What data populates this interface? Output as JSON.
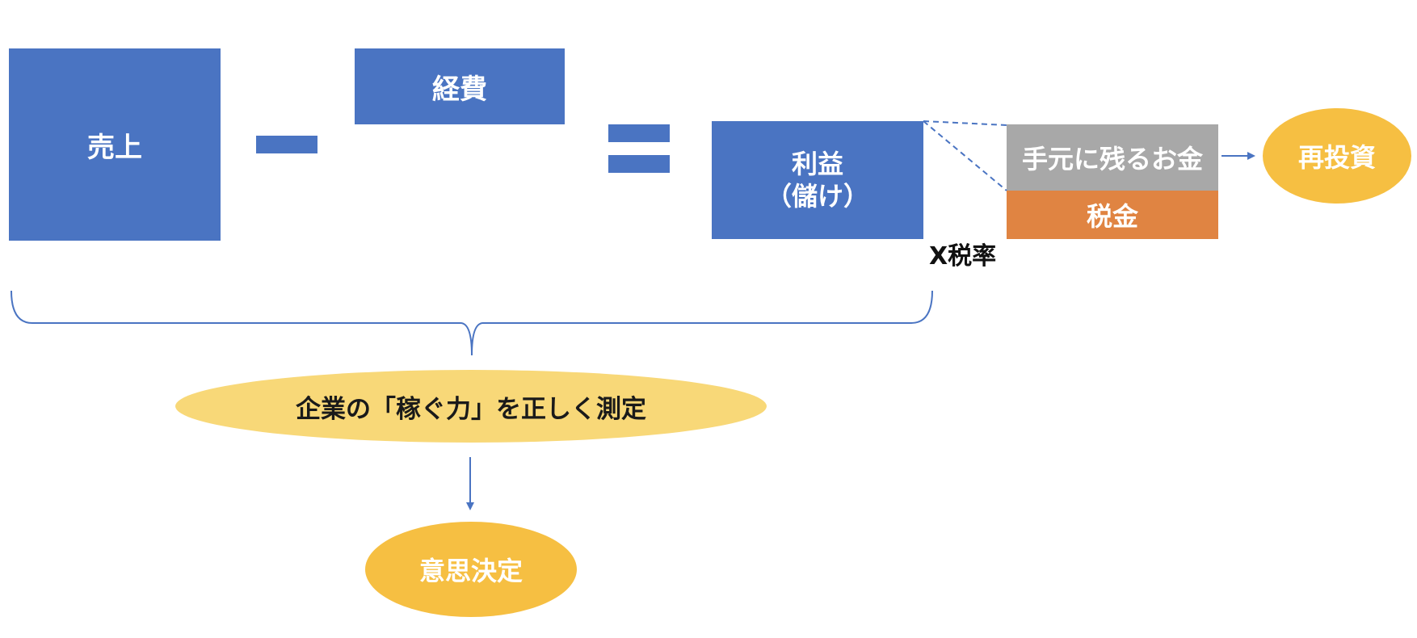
{
  "diagram": {
    "sales": "売上",
    "expenses": "経費",
    "profit_line1": "利益",
    "profit_line2": "（儲け）",
    "remaining_cash": "手元に残るお金",
    "tax": "税金",
    "reinvest": "再投資",
    "tax_rate": "X税率",
    "measure": "企業の「稼ぐ力」を正しく測定",
    "decision": "意思決定"
  },
  "colors": {
    "blue": "#4a74c2",
    "gray": "#a8a8a8",
    "orange": "#e08442",
    "gold": "#f6bf42",
    "pale_yellow": "#f8d878"
  }
}
